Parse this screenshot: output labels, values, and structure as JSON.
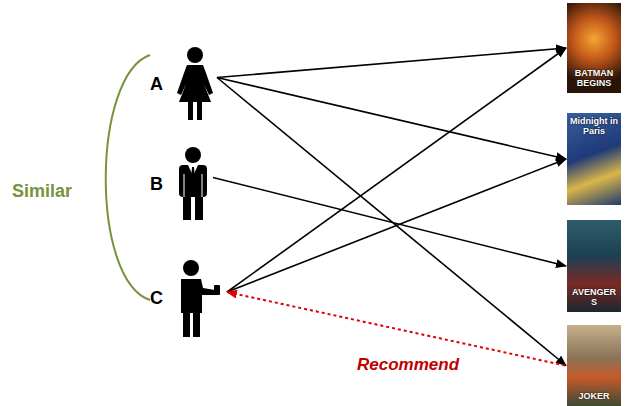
{
  "diagram": {
    "nodes": [
      {
        "text": [
          "A"
        ]
      },
      {
        "text": [
          "B"
        ]
      },
      {
        "text": [
          "C"
        ]
      },
      {
        "text": [
          "BATMAN BEGINS"
        ]
      },
      {
        "text": [
          "Midnight in Paris"
        ]
      },
      {
        "text": [
          "AVENGERS"
        ]
      },
      {
        "text": [
          "JOKER"
        ]
      }
    ],
    "edges": [
      {
        "from": 0,
        "to": 3,
        "arrow": "to"
      },
      {
        "from": 0,
        "to": 4,
        "arrow": "to"
      },
      {
        "from": 0,
        "to": 6,
        "arrow": "to"
      },
      {
        "from": 1,
        "to": 5,
        "arrow": "to"
      },
      {
        "from": 2,
        "to": 3,
        "arrow": "to"
      },
      {
        "from": 2,
        "to": 4,
        "arrow": "to"
      },
      {
        "from": 6,
        "to": 2,
        "label": "Recommend",
        "arrow": "to"
      }
    ],
    "labels": [
      "Similar"
    ]
  }
}
